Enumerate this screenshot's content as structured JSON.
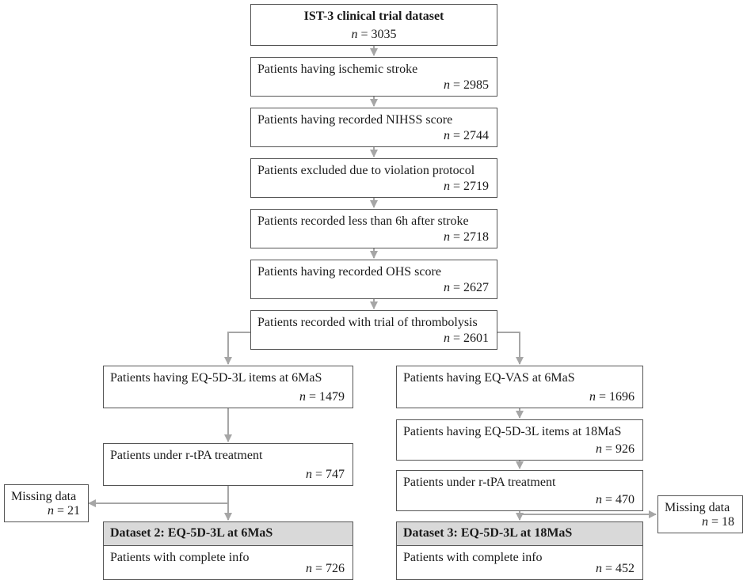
{
  "n_symbol": "n",
  "top": {
    "title": "IST-3 clinical trial dataset",
    "count": "= 3035"
  },
  "steps": [
    {
      "label": "Patients having ischemic stroke",
      "count": "= 2985"
    },
    {
      "label": "Patients having recorded NIHSS score",
      "count": "= 2744"
    },
    {
      "label": "Patients excluded due to violation protocol",
      "count": "= 2719"
    },
    {
      "label": "Patients recorded less than 6h after stroke",
      "count": "= 2718"
    },
    {
      "label": "Patients having recorded OHS score",
      "count": "= 2627"
    },
    {
      "label": "Patients recorded with trial of thrombolysis",
      "count": "= 2601"
    }
  ],
  "left_branch": {
    "step1": {
      "label": "Patients having EQ-5D-3L items at 6MaS",
      "count": "= 1479"
    },
    "step2": {
      "label": "Patients under r-tPA treatment",
      "count": "= 747"
    },
    "missing": {
      "label": "Missing data",
      "count": "= 21"
    },
    "dataset": {
      "header": "Dataset 2: EQ-5D-3L at 6MaS",
      "label": "Patients with complete info",
      "count": "= 726"
    }
  },
  "right_branch": {
    "step1": {
      "label": "Patients having EQ-VAS at 6MaS",
      "count": "= 1696"
    },
    "step2": {
      "label": "Patients having EQ-5D-3L items at 18MaS",
      "count": "= 926"
    },
    "step3": {
      "label": "Patients under r-tPA treatment",
      "count": "= 470"
    },
    "missing": {
      "label": "Missing data",
      "count": "= 18"
    },
    "dataset": {
      "header": "Dataset 3: EQ-5D-3L at 18MaS",
      "label": "Patients with complete info",
      "count": "= 452"
    }
  },
  "colors": {
    "arrow": "#a6a6a6",
    "border": "#555555",
    "dataset_header": "#d9d9d9"
  }
}
